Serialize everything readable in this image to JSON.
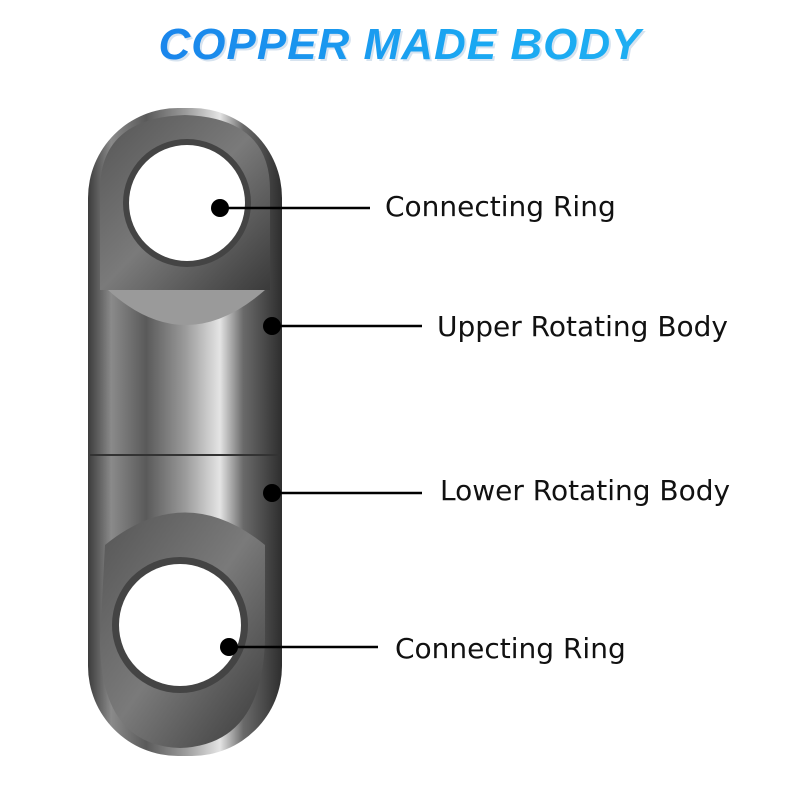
{
  "title": "COPPER MADE BODY",
  "colors": {
    "title_start": "#1a74e8",
    "title_end": "#22b4f2",
    "metal_dark": "#3a3a3a",
    "metal_light": "#d8d8d8"
  },
  "labels": [
    {
      "text": "Connecting Ring"
    },
    {
      "text": "Upper Rotating Body"
    },
    {
      "text": "Lower Rotating Body"
    },
    {
      "text": "Connecting Ring"
    }
  ]
}
